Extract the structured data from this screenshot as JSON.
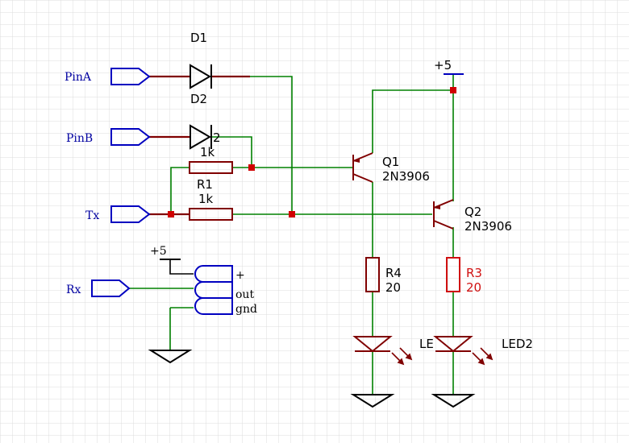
{
  "ports": {
    "pina": "PinA",
    "pinb": "PinB",
    "tx": "Tx",
    "rx": "Rx"
  },
  "components": {
    "d1": {
      "ref": "D1"
    },
    "d2": {
      "ref": "D2"
    },
    "d2_overlap_text": "2",
    "r2": {
      "value": "1k"
    },
    "r1": {
      "ref": "R1",
      "value": "1k"
    },
    "q1": {
      "ref": "Q1",
      "model": "2N3906"
    },
    "q2": {
      "ref": "Q2",
      "model": "2N3906"
    },
    "r4": {
      "ref": "R4",
      "value": "20"
    },
    "r3": {
      "ref": "R3",
      "value": "20"
    },
    "led1": {
      "ref": "LE"
    },
    "led2": {
      "ref": "LED2"
    }
  },
  "power": {
    "vcc_top": "+5",
    "vcc_rx": "+5"
  },
  "connector": {
    "pin_plus": "+",
    "pin_out": "out",
    "pin_gnd": "gnd"
  },
  "colors": {
    "wire": "#008000",
    "component": "#800000",
    "port": "#0000c0",
    "junction": "#d00000",
    "highlight_text": "#d01010",
    "grid": "#dcdcdc"
  }
}
